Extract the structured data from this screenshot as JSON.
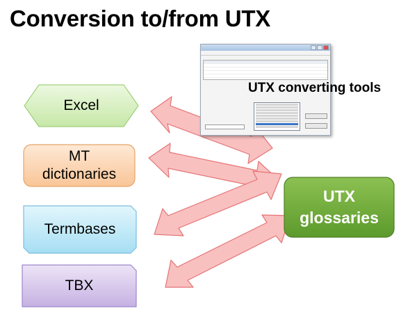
{
  "title": "Conversion to/from UTX",
  "sources": [
    {
      "label": "Excel",
      "shape": "hexagon",
      "fill": "#d8f0c0",
      "stroke": "#93c47d"
    },
    {
      "label": "MT\ndictionaries",
      "shape": "rounded-rect",
      "fill": "#fdd9b8",
      "stroke": "#e69138"
    },
    {
      "label": "Termbases",
      "shape": "snipped-rect",
      "fill": "#bfe9f7",
      "stroke": "#6fa8dc"
    },
    {
      "label": "TBX",
      "shape": "snipped-rect",
      "fill": "#d9c8ec",
      "stroke": "#8e7cc3"
    }
  ],
  "target": {
    "label": "UTX\nglossaries",
    "fill": "#6fa83a",
    "stroke": "#4f7f27"
  },
  "tools_label": "UTX converting tools",
  "arrow_color": "#f7b5b5",
  "arrow_stroke": "#e57373"
}
